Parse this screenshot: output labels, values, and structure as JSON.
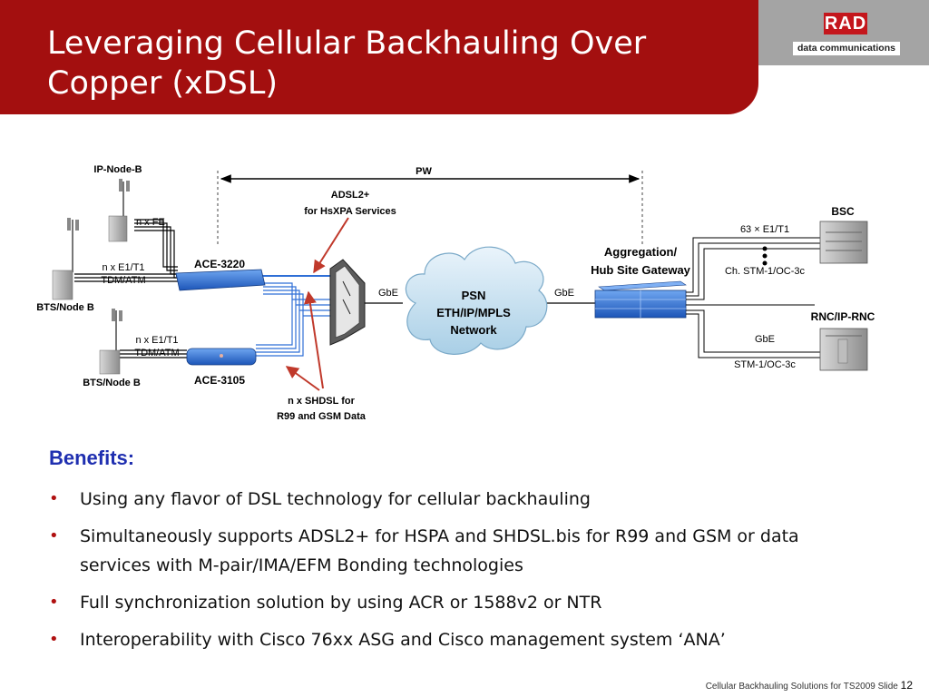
{
  "title": "Leveraging Cellular Backhauling Over Copper (xDSL)",
  "logo": {
    "brand": "RAD",
    "tagline": "data communications"
  },
  "diagram": {
    "ip_node_b": "IP-Node-B",
    "n_x_fe": "n x FE",
    "n_x_e1_t1_top": "n x E1/T1",
    "tdm_atm_top": "TDM/ATM",
    "bts_node_b_top": "BTS/Node B",
    "ace3220": "ACE-3220",
    "n_x_e1_t1_bottom": "n x E1/T1",
    "tdm_atm_bottom": "TDM/ATM",
    "bts_node_b_bottom": "BTS/Node B",
    "ace3105": "ACE-3105",
    "pw": "PW",
    "adsl_line1": "ADSL2+",
    "adsl_line2": "for HsXPA Services",
    "shdsl_line1": "n x SHDSL for",
    "shdsl_line2": "R99 and GSM Data",
    "gbe_left": "GbE",
    "gbe_right": "GbE",
    "psn_line1": "PSN",
    "psn_line2": "ETH/IP/MPLS",
    "psn_line3": "Network",
    "agg_line1": "Aggregation/",
    "agg_line2": "Hub Site Gateway",
    "e1_63": "63 × E1/T1",
    "ch_stm": "Ch. STM-1/OC-3c",
    "bsc": "BSC",
    "rnc": "RNC/IP-RNC",
    "gbe_rnc": "GbE",
    "stm_rnc": "STM-1/OC-3c"
  },
  "benefits_heading": "Benefits:",
  "bullets": [
    "Using any flavor of DSL technology for cellular backhauling",
    "Simultaneously supports ADSL2+ for HSPA and SHDSL.bis for  R99 and GSM or data services with M-pair/IMA/EFM Bonding technologies",
    "Full synchronization solution by using ACR or 1588v2 or NTR",
    "Interoperability with Cisco 76xx ASG and Cisco management system ‘ANA’"
  ],
  "bullet_glyph": "•",
  "footer": {
    "text": "Cellular Backhauling Solutions for TS2009  Slide",
    "page": "12"
  },
  "colors": {
    "header_red": "#a30f0f",
    "header_grey": "#a4a4a4",
    "benefits_blue": "#1f2fb0",
    "arrow_red": "#c0392b",
    "device_blue": "#2f6fd6"
  }
}
